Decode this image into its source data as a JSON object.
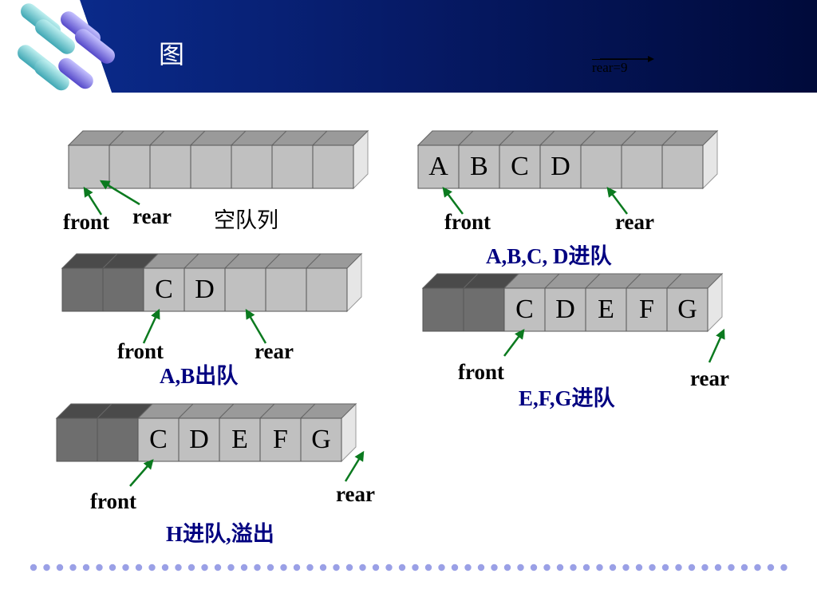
{
  "slide": {
    "title": "图",
    "rear_note": "rear=9"
  },
  "colors": {
    "header_dark": "#000a3a",
    "header_mid": "#0a2a8a",
    "arrow": "#0b7a1f",
    "caption": "#000080",
    "cell_light": "#c0c0c0",
    "cell_dark": "#6e6e6e",
    "dot": "#9aa0e6"
  },
  "queues": [
    {
      "cells": [
        "",
        "",
        "",
        "",
        "",
        "",
        ""
      ],
      "dark_cells": 0,
      "front_label": "front",
      "rear_label": "rear",
      "caption": "空队列"
    },
    {
      "cells": [
        "A",
        "B",
        "C",
        "D",
        "",
        "",
        ""
      ],
      "dark_cells": 0,
      "front_label": "front",
      "rear_label": "rear",
      "caption": "A,B,C, D进队"
    },
    {
      "cells": [
        "",
        "",
        "C",
        "D",
        "",
        "",
        ""
      ],
      "dark_cells": 2,
      "front_label": "front",
      "rear_label": "rear",
      "caption": "A,B出队"
    },
    {
      "cells": [
        "",
        "",
        "C",
        "D",
        "E",
        "F",
        "G"
      ],
      "dark_cells": 2,
      "front_label": "front",
      "rear_label": "rear",
      "caption": "E,F,G进队"
    },
    {
      "cells": [
        "",
        "",
        "C",
        "D",
        "E",
        "F",
        "G"
      ],
      "dark_cells": 2,
      "front_label": "front",
      "rear_label": "rear",
      "caption": "H进队,溢出"
    }
  ]
}
